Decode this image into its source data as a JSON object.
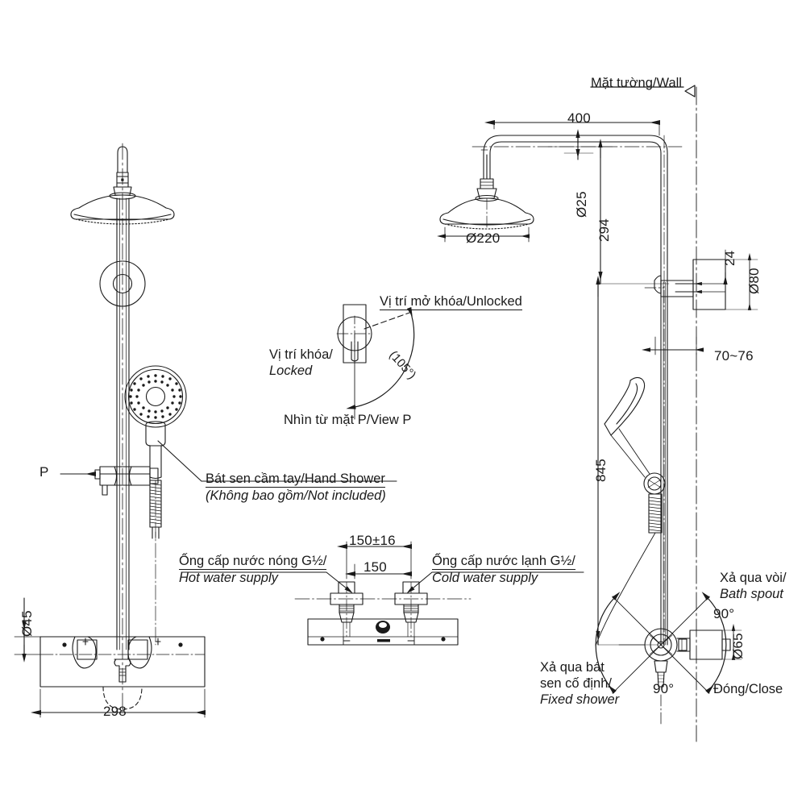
{
  "drawing": {
    "title": "Thermostatic shower column technical drawing",
    "line_color": "#1a1a1a",
    "background": "#ffffff"
  },
  "labels": {
    "wall": "Mặt tường/Wall",
    "dim_400": "400",
    "dim_d25": "Ø25",
    "dim_294": "294",
    "dim_d220": "Ø220",
    "dim_24": "24",
    "dim_d80": "Ø80",
    "dim_70_76": "70~76",
    "dim_845": "845",
    "dim_d65": "Ø65",
    "dim_d45": "Ø45",
    "dim_298": "298",
    "dim_150_16": "150±16",
    "dim_150": "150",
    "view_p_marker": "P",
    "unlocked": "Vị trí mở khóa/Unlocked",
    "locked_line1": "Vị trí khóa/",
    "locked_line2": "Locked",
    "angle_105": "(105°)",
    "view_p": "Nhìn từ mặt P/View P",
    "hand_shower_line1": "Bát sen cầm tay/Hand Shower",
    "hand_shower_line2": "(Không bao gồm/Not included)",
    "hot_water_line1": "Ống cấp nước nóng G½/",
    "hot_water_line2": "Hot water supply",
    "cold_water_line1": "Ống cấp nước lạnh G½/",
    "cold_water_line2": "Cold water supply",
    "bath_spout_line1": "Xả qua vòi/",
    "bath_spout_line2": "Bath spout",
    "angle_90_top": "90°",
    "angle_90_bottom": "90°",
    "close": "Đóng/Close",
    "fixed_shower_line1": "Xả qua bát",
    "fixed_shower_line2": "sen cố định/",
    "fixed_shower_line3": "Fixed shower"
  }
}
